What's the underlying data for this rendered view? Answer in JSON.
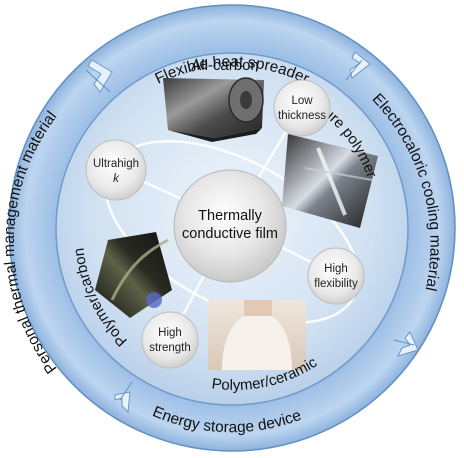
{
  "outer_ring": {
    "top": "Flexible heat spreader",
    "right": "Electrocaloric cooling material",
    "bottom": "Energy storage device",
    "left": "Personal thermal management material"
  },
  "inner_ring": {
    "top": "All-carbon",
    "right": "Pure polymer",
    "bottom": "Polymer/ceramic",
    "left": "Polymer/carbon"
  },
  "center": {
    "line1": "Thermally",
    "line2": "conductive film"
  },
  "properties": {
    "low_thickness": {
      "line1": "Low",
      "line2": "thickness"
    },
    "ultrahigh_k": {
      "line1": "Ultrahigh",
      "line2": "k"
    },
    "high_flexibility": {
      "line1": "High",
      "line2": "flexibility"
    },
    "high_strength": {
      "line1": "High",
      "line2": "strength"
    }
  },
  "colors": {
    "outer_ring": "#aecbea",
    "outer_ring_edge": "#5f8fc4",
    "inner_disk": "#c9dcef",
    "center_disk": "#e4e4e4"
  }
}
